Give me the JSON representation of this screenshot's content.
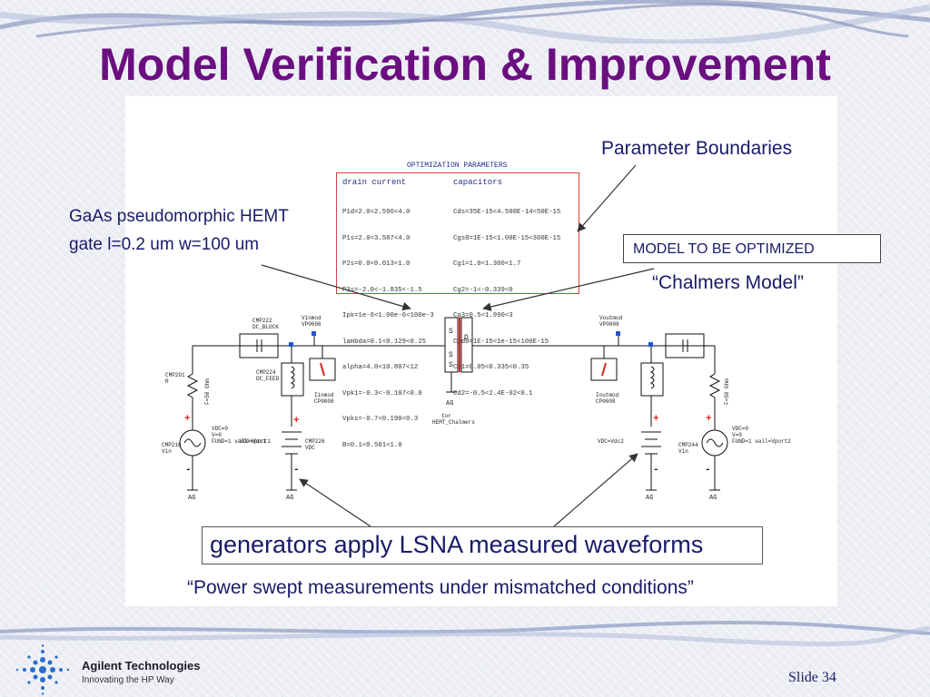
{
  "slide": {
    "title": "Model Verification & Improvement",
    "number": "Slide 34"
  },
  "annotations": {
    "parameter_boundaries": "Parameter Boundaries",
    "gaas_line1": "GaAs pseudomorphic HEMT",
    "gaas_line2": "gate l=0.2 um w=100 um",
    "model_to_optimize": "MODEL TO BE OPTIMIZED",
    "chalmers_model": "“Chalmers Model”",
    "generators": "generators apply LSNA measured waveforms",
    "power_swept": "“Power swept measurements under mismatched conditions”"
  },
  "optimization_table": {
    "title": "OPTIMIZATION PARAMETERS",
    "drain_header": "drain current",
    "capacitors_header": "capacitors",
    "drain_rows": [
      "P1d=2.0<2.596<4.0",
      "P1s=2.0<3.587<4.0",
      "P2s=0.0<0.013<1.0",
      "P3s=-2.0<-1.835<-1.5",
      "Ipk=1e-6<1.00e-6<100e-3",
      "lambda=0.1<0.129<0.25",
      "alpha=4.0<10.807<12",
      "Vpk1=-0.3<-0.107<0.0",
      "Vpks=-0.7<0.190<0.3",
      "B=0.1<0.501<1.0"
    ],
    "cap_rows": [
      "Cds=35E-15<4.500E-14<50E-15",
      "Cgs0=1E-15<1.00E-15<300E-15",
      "Cg1=1.0<1.300<1.7",
      "Cg2=-1<-0.339<0",
      "Cg3=0.5<1.990<3",
      "Cgd0=1E-15<1e-15<100E-15",
      "Cd1=0.05<0.335<0.35",
      "Cd2=-0.5<2.4E-02<0.1"
    ]
  },
  "schematic": {
    "left_block": {
      "harmonic": "CMP222\nDC_BLOCK",
      "feed": "CMP224\nDC_FEED",
      "probe_name": "Vinmod\nVP0006",
      "current_probe": "Iinmod\nCP0008",
      "port": "CMP201\nR",
      "resistor": "F=50 Ohm",
      "source": "CMP216\nVin",
      "source_params": "VDC=0\nV=0\nFUND=1 vall=Vport1",
      "dc_source": "VDC=Vdc1",
      "dc_source_name": "CMP226\nVDC",
      "ground": "AG"
    },
    "right_block": {
      "probe_name": "Voutmod\nVP0008",
      "current_probe": "Ioutmod\nCP0008",
      "resistor": "F=50 Ohm",
      "source": "CMP244\nVin",
      "source_params": "VDC=0\nV=0\nFUND=1 vall=Vport2",
      "dc_source": "VDC=Vdc2",
      "ground": "AG"
    },
    "device": {
      "pins": [
        "S",
        "D",
        "S",
        "S"
      ],
      "label": "tor\nHEMT_Chalmers",
      "ground": "AG"
    },
    "plus": "+",
    "minus": "-"
  },
  "footer": {
    "brand": "Agilent Technologies",
    "tagline": "Innovating the HP Way"
  },
  "colors": {
    "title": "#6b0f80",
    "label": "#1a1a6a",
    "table_border": "#d94040",
    "swoosh": "#8c9ac4"
  }
}
